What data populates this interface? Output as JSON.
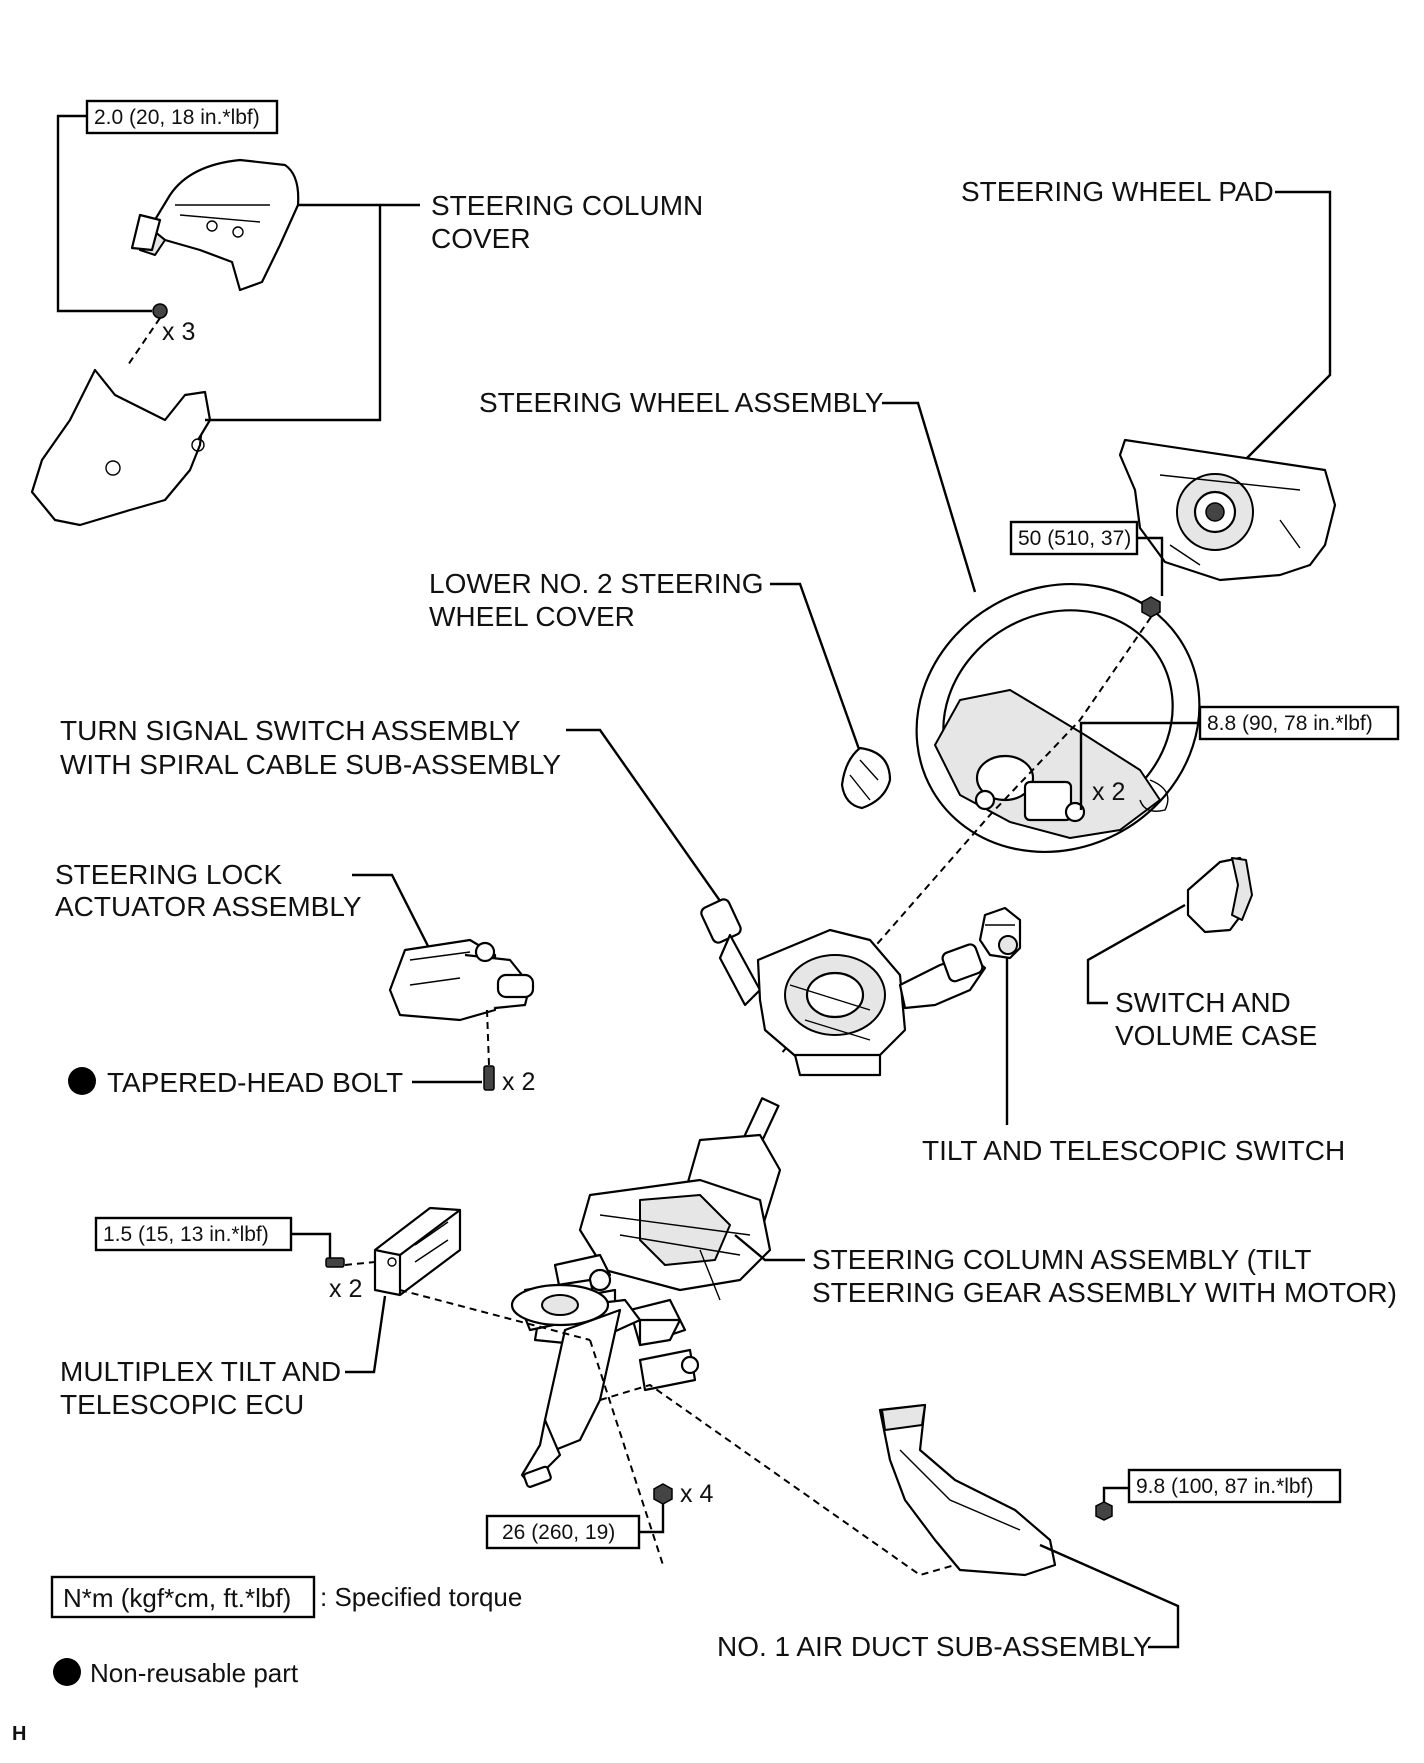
{
  "labels": {
    "steering_column_cover": [
      "STEERING COLUMN",
      "COVER"
    ],
    "steering_wheel_pad": "STEERING WHEEL PAD",
    "steering_wheel_assembly": "STEERING WHEEL ASSEMBLY",
    "lower_no2_cover": [
      "LOWER NO. 2 STEERING",
      "WHEEL COVER"
    ],
    "turn_signal_switch": [
      "TURN SIGNAL SWITCH ASSEMBLY",
      "WITH SPIRAL CABLE SUB-ASSEMBLY"
    ],
    "steering_lock_actuator": [
      "STEERING LOCK",
      "ACTUATOR ASSEMBLY"
    ],
    "tapered_head_bolt": "TAPERED-HEAD BOLT",
    "switch_volume_case": [
      "SWITCH AND",
      "VOLUME CASE"
    ],
    "tilt_telescopic_switch": "TILT AND TELESCOPIC SWITCH",
    "steering_column_assembly": [
      "STEERING COLUMN ASSEMBLY (TILT",
      "STEERING GEAR ASSEMBLY WITH MOTOR)"
    ],
    "multiplex_ecu": [
      "MULTIPLEX TILT AND",
      "TELESCOPIC ECU"
    ],
    "air_duct": "NO. 1 AIR DUCT SUB-ASSEMBLY"
  },
  "torques": {
    "column_cover": "2.0 (20, 18 in.*lbf)",
    "wheel_nut": "50 (510, 37)",
    "wheel_pad_screw": "8.8 (90, 78 in.*lbf)",
    "ecu_bolt": "1.5 (15, 13 in.*lbf)",
    "column_nut": "26 (260, 19)",
    "air_duct_bolt": "9.8 (100, 87 in.*lbf)"
  },
  "multipliers": {
    "column_cover": "x 3",
    "wheel_pad_screw": "x 2",
    "lock_bolt": "x 2",
    "ecu_bolt": "x 2",
    "column_nut": "x 4"
  },
  "legend": {
    "torque_unit": "N*m (kgf*cm, ft.*lbf)",
    "torque_desc": ": Specified torque",
    "nonreusable_desc": "Non-reusable part"
  },
  "footer_mark": "H"
}
